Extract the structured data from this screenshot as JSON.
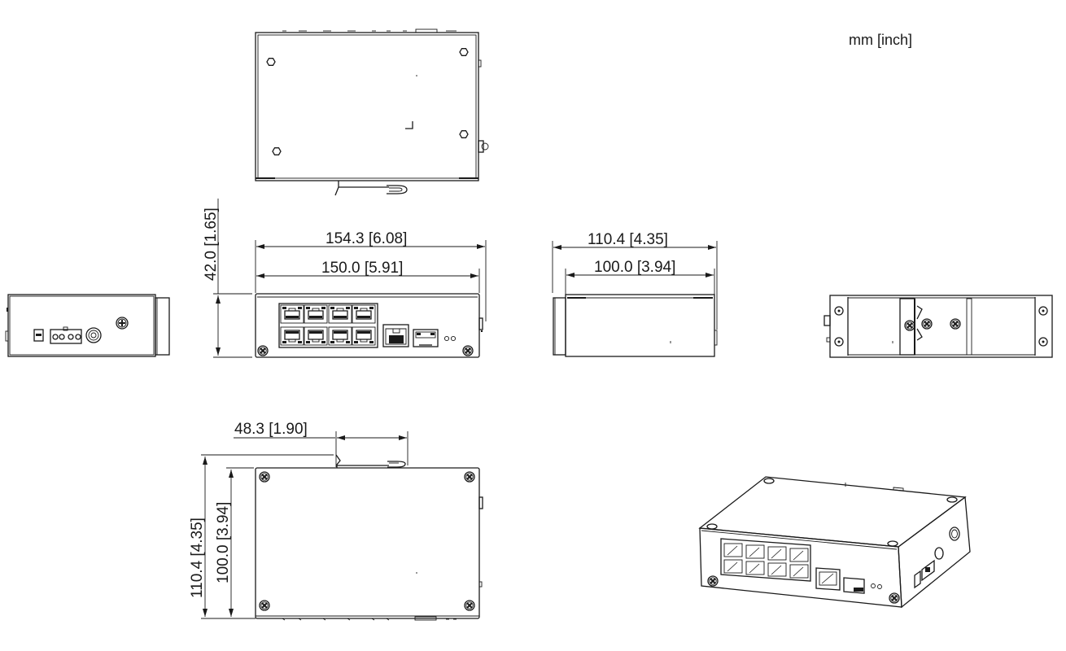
{
  "drawing": {
    "units_label": "mm [inch]",
    "colors": {
      "line": "#1a1a1a",
      "background": "#ffffff"
    },
    "views": [
      {
        "name": "top-view"
      },
      {
        "name": "left-side-view"
      },
      {
        "name": "front-view"
      },
      {
        "name": "rear-side-view"
      },
      {
        "name": "din-rail-back-view"
      },
      {
        "name": "bottom-view"
      },
      {
        "name": "isometric-view"
      }
    ],
    "dimensions": {
      "height": "42.0  [1.65]",
      "overall_width": "154.3  [6.08]",
      "body_width": "150.0  [5.91]",
      "overall_depth_side": "110.4  [4.35]",
      "body_depth_side": "100.0  [3.94]",
      "din_clip_offset": "48.3  [1.90]",
      "overall_depth_bottom": "110.4  [4.35]",
      "body_depth_bottom": "100.0  [3.94]"
    },
    "front_panel": {
      "rj45_ports": 8,
      "uplink_rj45_ports": 1,
      "sfp_ports": 1,
      "leds": 2
    }
  }
}
